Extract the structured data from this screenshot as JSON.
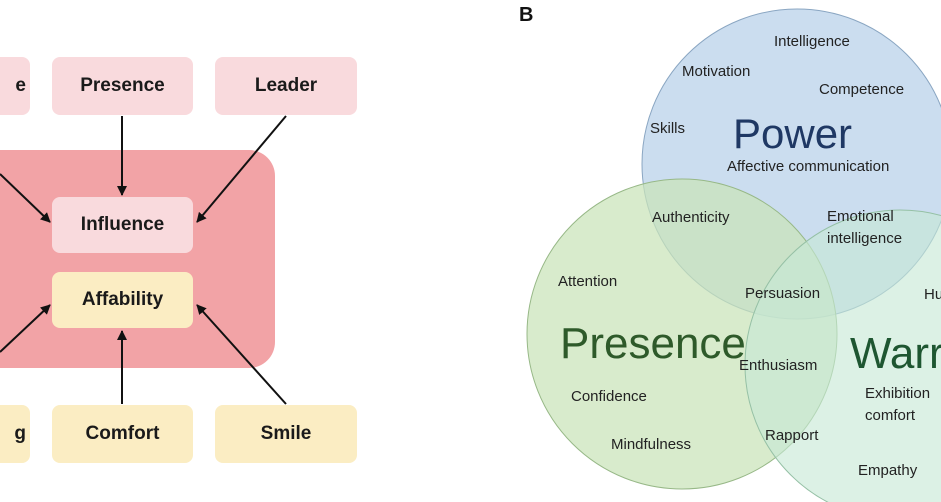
{
  "panel_a": {
    "top_row": {
      "left_partial": "e",
      "presence": "Presence",
      "leader": "Leader"
    },
    "center": {
      "influence": "Influence",
      "affability": "Affability"
    },
    "bottom_row": {
      "left_partial": "g",
      "comfort": "Comfort",
      "smile": "Smile"
    },
    "colors": {
      "group_fill": "#f2a3a6",
      "pink_box": "#f9dadd",
      "yellow_box": "#fbedc3"
    }
  },
  "panel_b": {
    "letter": "B",
    "power": {
      "title": "Power",
      "labels": [
        "Intelligence",
        "Motivation",
        "Competence",
        "Skills",
        "Affective communication"
      ],
      "color": "#bcd3ea"
    },
    "presence": {
      "title": "Presence",
      "labels": [
        "Attention",
        "Confidence",
        "Mindfulness"
      ],
      "color": "#c9e3b8"
    },
    "warmth": {
      "title": "Warr",
      "labels": [
        "Hu",
        "Exhibition",
        "comfort",
        "Empathy"
      ],
      "color": "#c6e8d5"
    },
    "overlaps": {
      "power_presence": "Authenticity",
      "power_warmth": [
        "Emotional",
        "intelligence"
      ],
      "center": "Persuasion",
      "presence_warmth": [
        "Enthusiasm",
        "Rapport"
      ]
    }
  }
}
